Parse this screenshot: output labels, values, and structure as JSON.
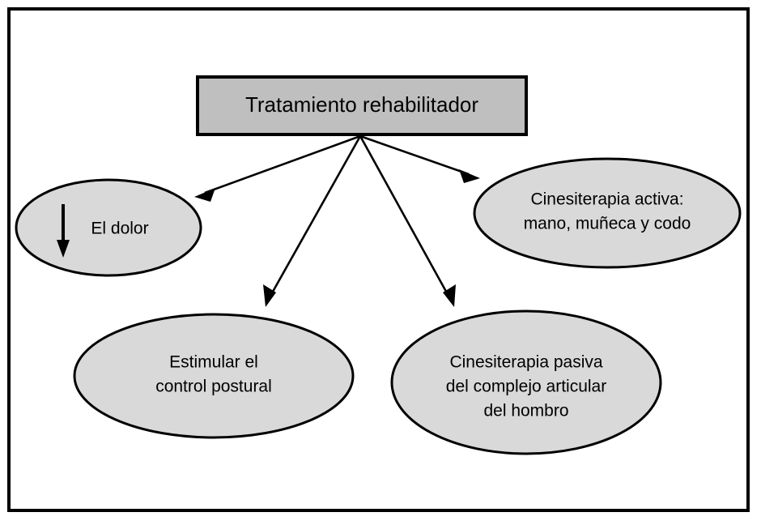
{
  "diagram": {
    "title_node": {
      "label": "Tratamiento rehabilitador",
      "fill": "#bfbfbf",
      "stroke": "#000000"
    },
    "nodes": [
      {
        "id": "pain",
        "icon": "down-arrow-icon",
        "lines": [
          "El dolor"
        ],
        "fill": "#d9d9d9"
      },
      {
        "id": "active-kinesitherapy",
        "lines": [
          "Cinesiterapia activa:",
          "mano, muñeca y codo"
        ],
        "fill": "#d9d9d9"
      },
      {
        "id": "postural-control",
        "lines": [
          "Estimular el",
          "control postural"
        ],
        "fill": "#d9d9d9"
      },
      {
        "id": "passive-kinesitherapy",
        "lines": [
          "Cinesiterapia pasiva",
          "del complejo articular",
          "del hombro"
        ],
        "fill": "#d9d9d9"
      }
    ],
    "connectors": [
      {
        "from": "title-node",
        "to": "pain"
      },
      {
        "from": "title-node",
        "to": "postural-control"
      },
      {
        "from": "title-node",
        "to": "passive-kinesitherapy"
      },
      {
        "from": "title-node",
        "to": "active-kinesitherapy"
      }
    ],
    "frame": {
      "stroke": "#000000",
      "background": "#ffffff"
    }
  }
}
